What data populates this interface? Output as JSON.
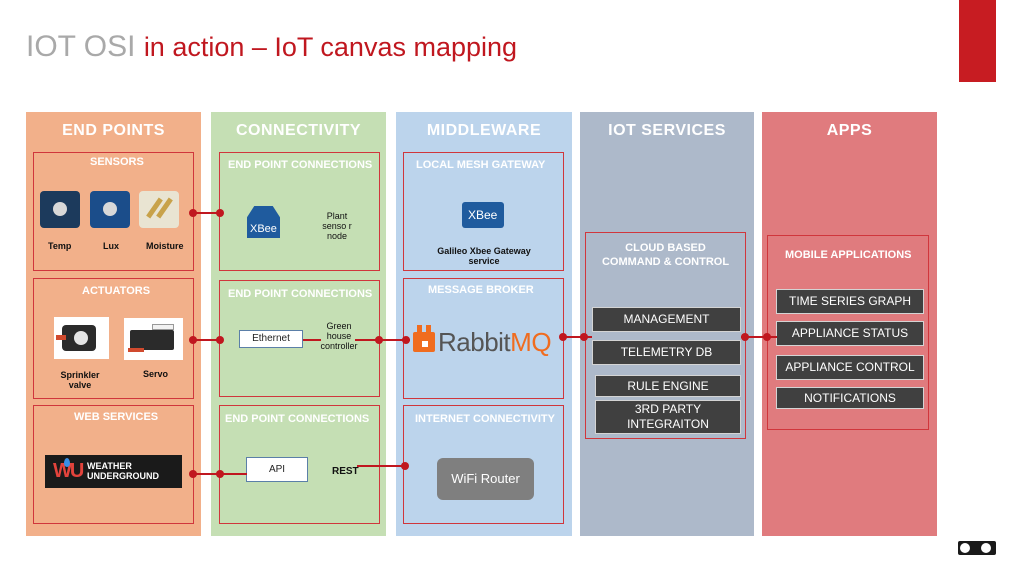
{
  "slide": {
    "title_grey": "IOT OSI",
    "title_red": "in action – IoT canvas mapping"
  },
  "columns": {
    "end_points": "END POINTS",
    "connectivity": "CONNECTIVITY",
    "middleware": "MIDDLEWARE",
    "iot_services": "IOT SERVICES",
    "apps": "APPS"
  },
  "end_points": {
    "sensors": {
      "label": "SENSORS",
      "items": [
        "Temp",
        "Lux",
        "Moisture"
      ]
    },
    "actuators": {
      "label": "ACTUATORS",
      "sprinkler": "Sprinkler valve",
      "servo": "Servo"
    },
    "web_services": {
      "label": "WEB SERVICES",
      "logo_line1": "WEATHER",
      "logo_line2": "UNDERGROUND"
    }
  },
  "connectivity": {
    "box1": {
      "label": "END POINT CONNECTIONS",
      "chip": "XBee",
      "text": "Plant senso r node"
    },
    "box2": {
      "label": "END POINT CONNECTIONS",
      "chip": "Ethernet",
      "text": "Green house controller"
    },
    "box3": {
      "label": "END POINT CONNECTIONS",
      "chip": "API",
      "text": "REST"
    }
  },
  "middleware": {
    "box1": {
      "label": "LOCAL  MESH GATEWAY",
      "chip": "XBee",
      "text": "Galileo Xbee Gateway service"
    },
    "box2": {
      "label": "MESSAGE BROKER",
      "logo_a": "Rabbit",
      "logo_b": "MQ"
    },
    "box3": {
      "label": "INTERNET CONNECTIVITY",
      "router": "WiFi Router"
    }
  },
  "iot_services": {
    "label_line1": "CLOUD BASED",
    "label_line2": "COMMAND & CONTROL",
    "buttons": [
      "MANAGEMENT",
      "TELEMETRY DB",
      "RULE ENGINE",
      "3RD PARTY INTEGRAITON"
    ]
  },
  "apps": {
    "label": "MOBILE APPLICATIONS",
    "buttons": [
      "TIME SERIES GRAPH",
      "APPLIANCE STATUS",
      "APPLIANCE CONTROL",
      "NOTIFICATIONS"
    ]
  },
  "colors": {
    "end_points": "#f2b08a",
    "connectivity": "#c5dfb4",
    "middleware": "#bcd4ec",
    "iot_services": "#adb9ca",
    "apps": "#e07b7e",
    "accent": "#c0171f"
  },
  "icons": {
    "license": "creative-commons-icon"
  }
}
